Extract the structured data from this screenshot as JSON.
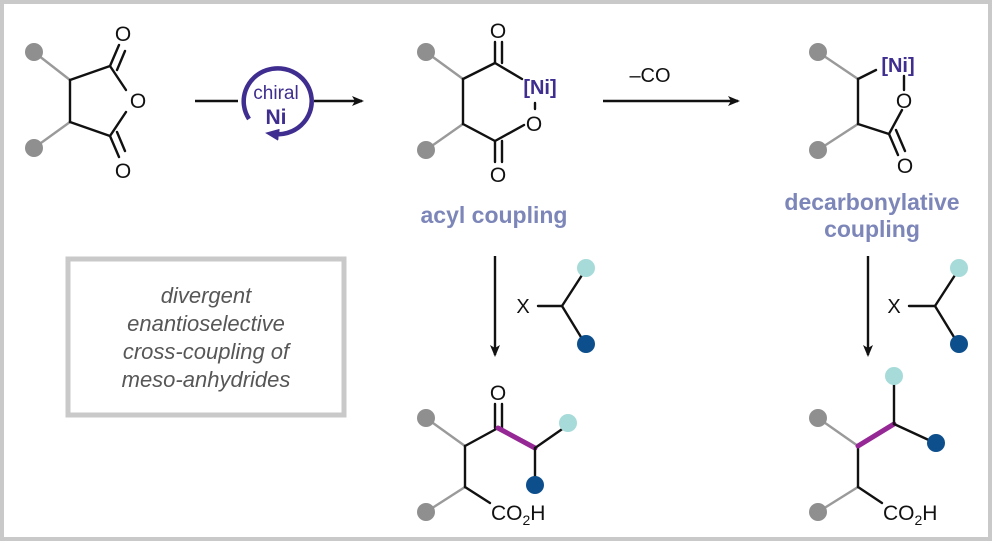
{
  "colors": {
    "frame": "#c9c9c9",
    "substituent_grey": "#8f8f8f",
    "ni_purple": "#3f2d8f",
    "label_lavender": "#7d86b8",
    "new_bond_magenta": "#962896",
    "dot_light_teal": "#a6dbd9",
    "dot_dark_blue": "#0c4f8c",
    "summary_text": "#575757"
  },
  "atoms": {
    "oxygen": "O",
    "co2h_prefix": "CO",
    "co2h_sub": "2",
    "co2h_suffix": "H",
    "leaving_group": "X",
    "nickel_complex": "[Ni]"
  },
  "catalyst": {
    "line1": "chiral",
    "line2": "Ni"
  },
  "steps": {
    "decarbonylation": "–CO"
  },
  "labels": {
    "acyl": "acyl coupling",
    "decarb_line1": "decarbonylative",
    "decarb_line2": "coupling"
  },
  "summary": {
    "lines": [
      "divergent",
      "enantioselective",
      "cross-coupling of",
      "meso-anhydrides"
    ]
  }
}
